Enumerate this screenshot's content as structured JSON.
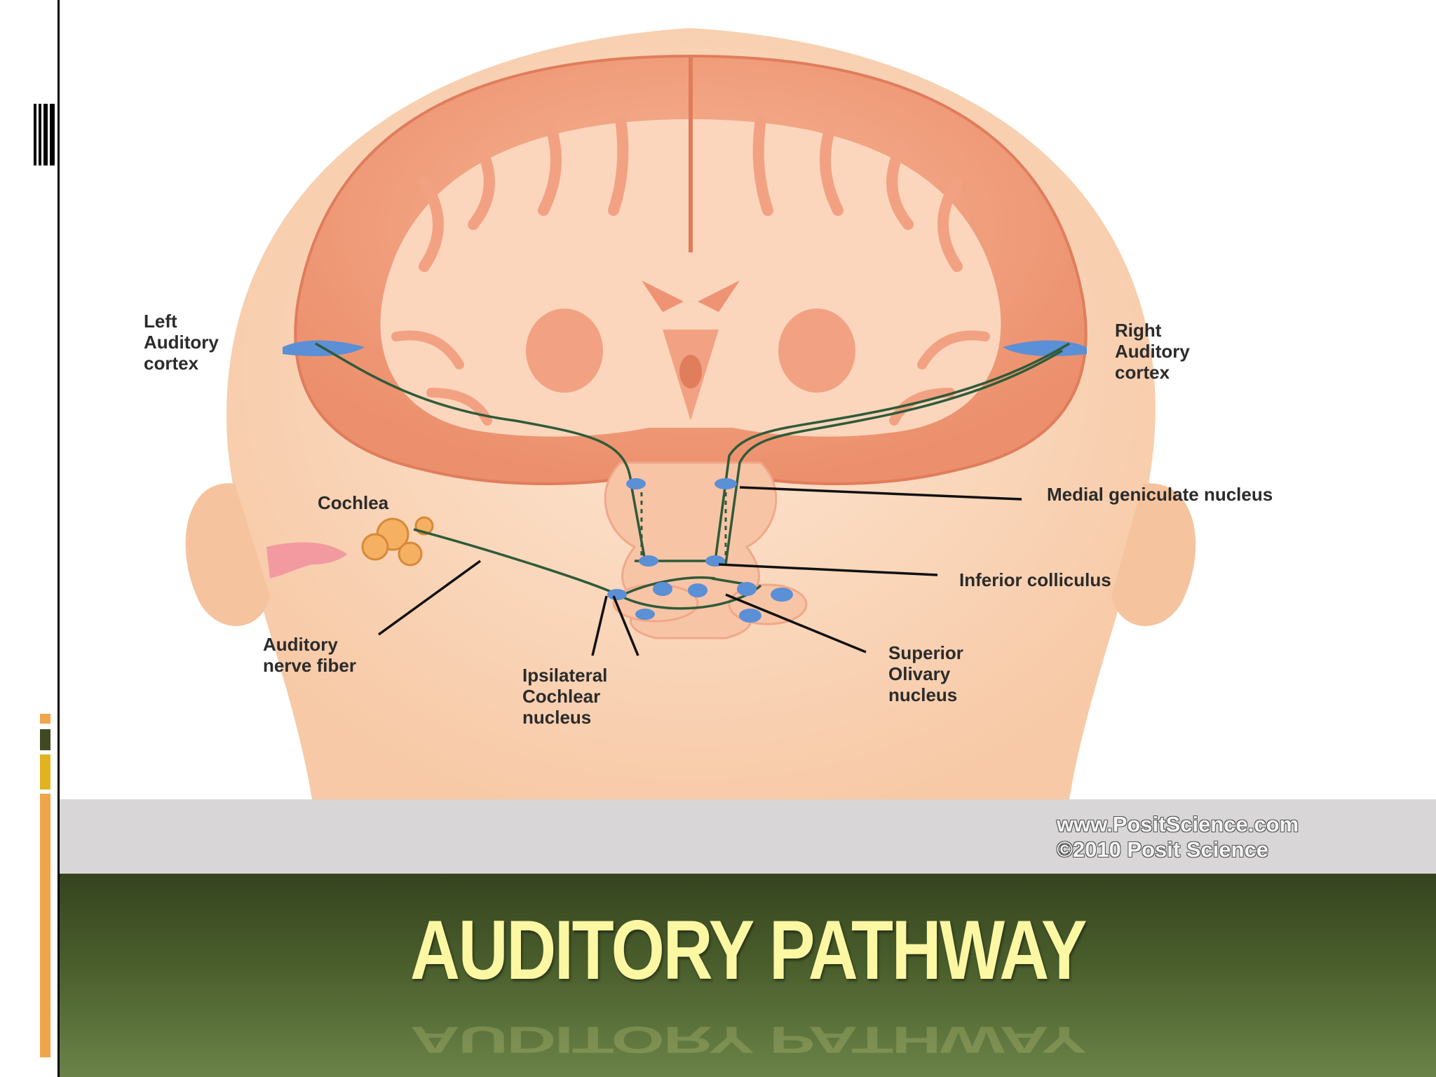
{
  "slide": {
    "title": "AUDITORY PATHWAY"
  },
  "diagram": {
    "labels": {
      "left_cortex": [
        "Left",
        "Auditory",
        "cortex"
      ],
      "right_cortex": [
        "Right",
        "Auditory",
        "cortex"
      ],
      "cochlea": "Cochlea",
      "medial_geniculate": "Medial geniculate nucleus",
      "inferior_colliculus": "Inferior colliculus",
      "superior_olivary": [
        "Superior",
        "Olivary",
        "nucleus"
      ],
      "auditory_nerve": [
        "Auditory",
        "nerve fiber"
      ],
      "cochlear_nucleus": [
        "Ipsilateral",
        "Cochlear",
        "nucleus"
      ]
    }
  },
  "credit": {
    "url": "www.PositScience.com",
    "copyright": "©2010 Posit Science"
  },
  "colors": {
    "title_text": "#fbf7a3",
    "title_band_top": "#35441f",
    "title_band_bottom": "#6b8348",
    "brain": "#f1a17f",
    "skin": "#fbd9bf",
    "nucleus": "#5b8fd6",
    "fiber": "#2f5b39",
    "accent_orange": "#f0a54a",
    "accent_olive": "#3f4a23",
    "accent_gold": "#e2b21f"
  }
}
